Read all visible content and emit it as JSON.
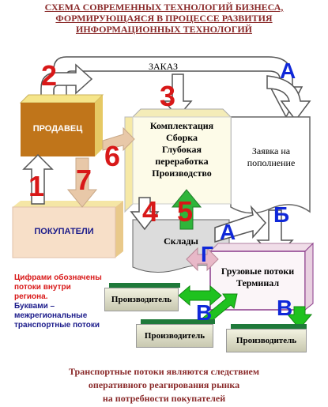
{
  "title": {
    "line1": "СХЕМА СОВРЕМЕННЫХ ТЕХНОЛОГИЙ БИЗНЕСА,",
    "line2": "ФОРМИРУЮЩАЯСЯ В ПРОЦЕССЕ РАЗВИТИЯ",
    "line3": "ИНФОРМАЦИОННЫХ ТЕХНОЛОГИЙ"
  },
  "nodes": {
    "order": "ЗАКАЗ",
    "seller": "ПРОДАВЕЦ",
    "buyers": "ПОКУПАТЕЛИ",
    "assembly": [
      "Комплектация",
      "Сборка",
      "Глубокая",
      "переработка",
      "Производство"
    ],
    "request": [
      "Заявка на",
      "пополнение"
    ],
    "warehouses": "Склады",
    "cargo": [
      "Грузовые потоки",
      "Терминал"
    ],
    "producer1": "Производитель",
    "producer2": "Производитель",
    "producer3": "Производитель"
  },
  "numbers": [
    "1",
    "2",
    "3",
    "4",
    "5",
    "6",
    "7"
  ],
  "letters": {
    "a1": "А",
    "a2": "А",
    "b": "Б",
    "g": "Г",
    "v1": "В",
    "v2": "В"
  },
  "legend": {
    "red": [
      "Цифрами обозначены",
      "потоки внутри",
      "региона."
    ],
    "blue": [
      "Буквами –",
      "межрегиональные",
      "транспортные потоки"
    ]
  },
  "footer": {
    "line1": "Транспортные потоки являются следствием",
    "line2": "оперативного реагирования рынка",
    "line3": "на потребности покупателей"
  },
  "colors": {
    "title": "#8a2a2a",
    "numbers": "#d81818",
    "letters": "#1028d8",
    "seller": "#c0751a",
    "green_arrow": "#1fc21f",
    "pink_arrow": "#e8b8c8"
  }
}
